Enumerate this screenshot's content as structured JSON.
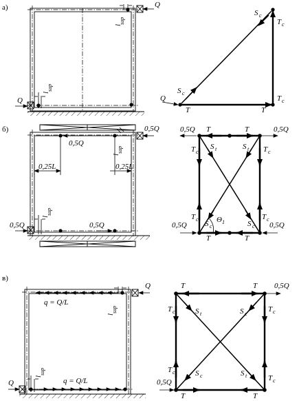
{
  "panels": [
    {
      "label": "а)"
    },
    {
      "label": "б)"
    },
    {
      "label": "в)"
    }
  ],
  "symbols": {
    "Q": "Q",
    "half_Q": "0,5Q",
    "l": "l",
    "sup": "sup",
    "quarter_L": "0,25L",
    "T": "T",
    "S": "S",
    "t": "t",
    "c": "c",
    "theta": "Θ",
    "one": "1",
    "load": "q = Q/L"
  }
}
